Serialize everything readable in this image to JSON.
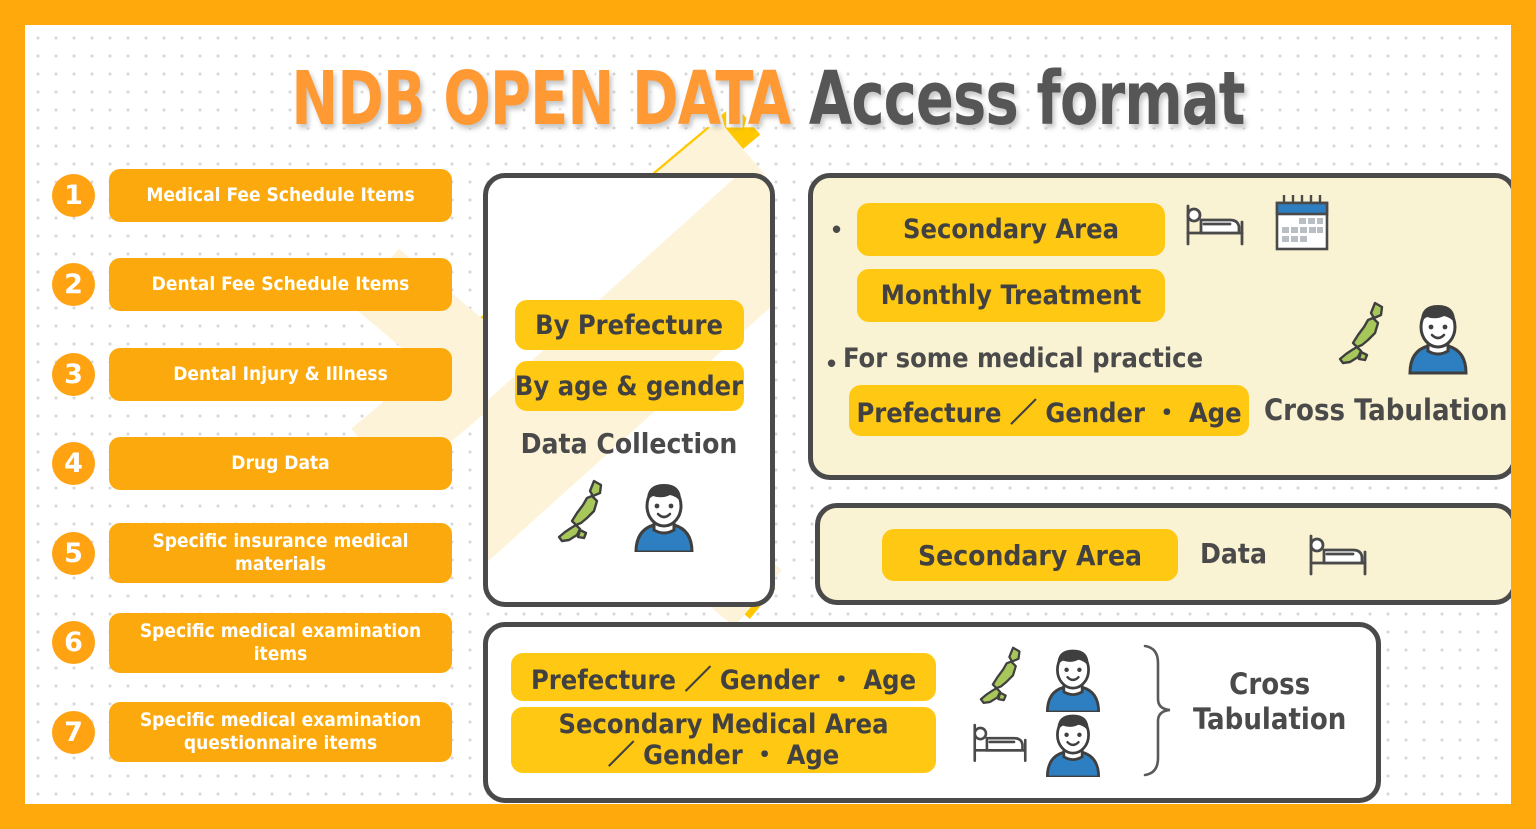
{
  "title": {
    "highlight": "NDB OPEN DATA",
    "rest": "Access format",
    "highlight_color": "#FF9933",
    "rest_color": "#565656"
  },
  "colors": {
    "frame_orange": "#FFA90D",
    "list_orange": "#FBA90C",
    "pill_yellow": "#FFC813",
    "card_cream": "#FAF3D3",
    "border_gray": "#4A4A4A",
    "text_gray": "#4A4A4A",
    "map_green": "#A7C75B",
    "shirt_blue": "#2D7FC1"
  },
  "list": {
    "items": [
      {
        "number": "1",
        "label": "Medical Fee Schedule Items"
      },
      {
        "number": "2",
        "label": "Dental Fee Schedule Items"
      },
      {
        "number": "3",
        "label": "Dental Injury & Illness"
      },
      {
        "number": "4",
        "label": "Drug Data"
      },
      {
        "number": "5",
        "label": "Specific insurance medical materials"
      },
      {
        "number": "6",
        "label": "Specific medical examination items"
      },
      {
        "number": "7",
        "label": "Specific medical examination questionnaire items"
      }
    ]
  },
  "center_card": {
    "pill_1": "By Prefecture",
    "pill_2": "By age & gender",
    "caption": "Data Collection",
    "icons": [
      "japan-map-icon",
      "person-icon"
    ]
  },
  "top_right_card": {
    "bullet_1": "•",
    "pill_1": "Secondary Area",
    "pill_2": "Monthly Treatment",
    "bullet_2": "•",
    "line_2": "For some medical practice",
    "pill_3": "Prefecture ／ Gender ・ Age",
    "label": "Cross Tabulation",
    "icons": [
      "bed-icon",
      "calendar-icon",
      "japan-map-icon",
      "person-icon"
    ]
  },
  "mid_right_card": {
    "pill_1": "Secondary Area",
    "label": "Data",
    "icons": [
      "bed-icon"
    ]
  },
  "bottom_card": {
    "pill_1": "Prefecture ／ Gender ・ Age",
    "pill_2_line_1": "Secondary Medical Area",
    "pill_2_line_2": "／ Gender ・ Age",
    "label_line_1": "Cross",
    "label_line_2": "Tabulation",
    "icons": [
      "japan-map-icon",
      "person-icon",
      "bed-icon",
      "person-icon",
      "curly-brace-icon"
    ]
  }
}
